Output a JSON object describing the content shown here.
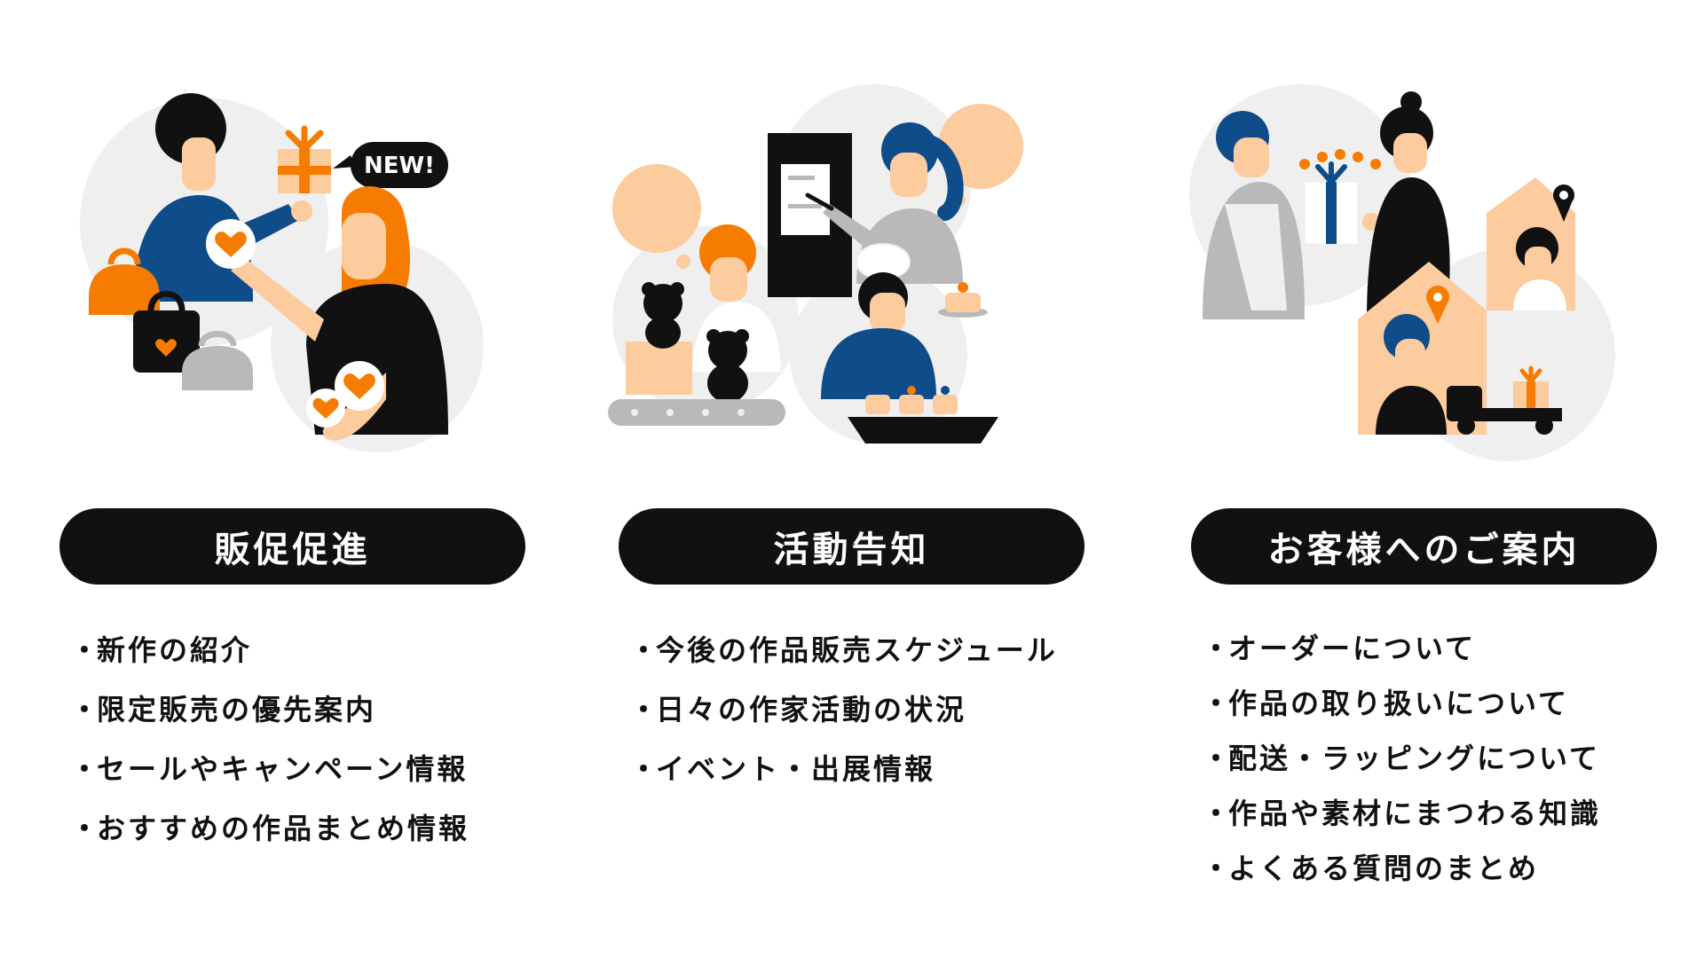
{
  "badge": {
    "new_label": "NEW!"
  },
  "sections": [
    {
      "title": "販促促進",
      "bullet": "・",
      "items": [
        "新作の紹介",
        "限定販売の優先案内",
        "セールやキャンペーン情報",
        "おすすめの作品まとめ情報"
      ]
    },
    {
      "title": "活動告知",
      "bullet": "・",
      "items": [
        "今後の作品販売スケジュール",
        "日々の作家活動の状況",
        "イベント・出展情報"
      ]
    },
    {
      "title": "お客様へのご案内",
      "bullet": "・",
      "items": [
        "オーダーについて",
        "作品の取り扱いについて",
        "配送・ラッピングについて",
        "作品や素材にまつわる知識",
        "よくある質問のまとめ"
      ]
    }
  ],
  "colors": {
    "orange": "#F57C00",
    "peach": "#FCCB9E",
    "navy": "#0E4C8A",
    "light_gray": "#EFEFEF",
    "mid_gray": "#B9B9B9",
    "black": "#111111"
  },
  "icons": [
    "heart-icon",
    "gift-icon",
    "bag-icon",
    "teddy-bear-icon",
    "speech-bubble-icon",
    "cake-icon",
    "pen-icon",
    "location-pin-icon",
    "truck-icon",
    "star-icon",
    "house-icon"
  ]
}
